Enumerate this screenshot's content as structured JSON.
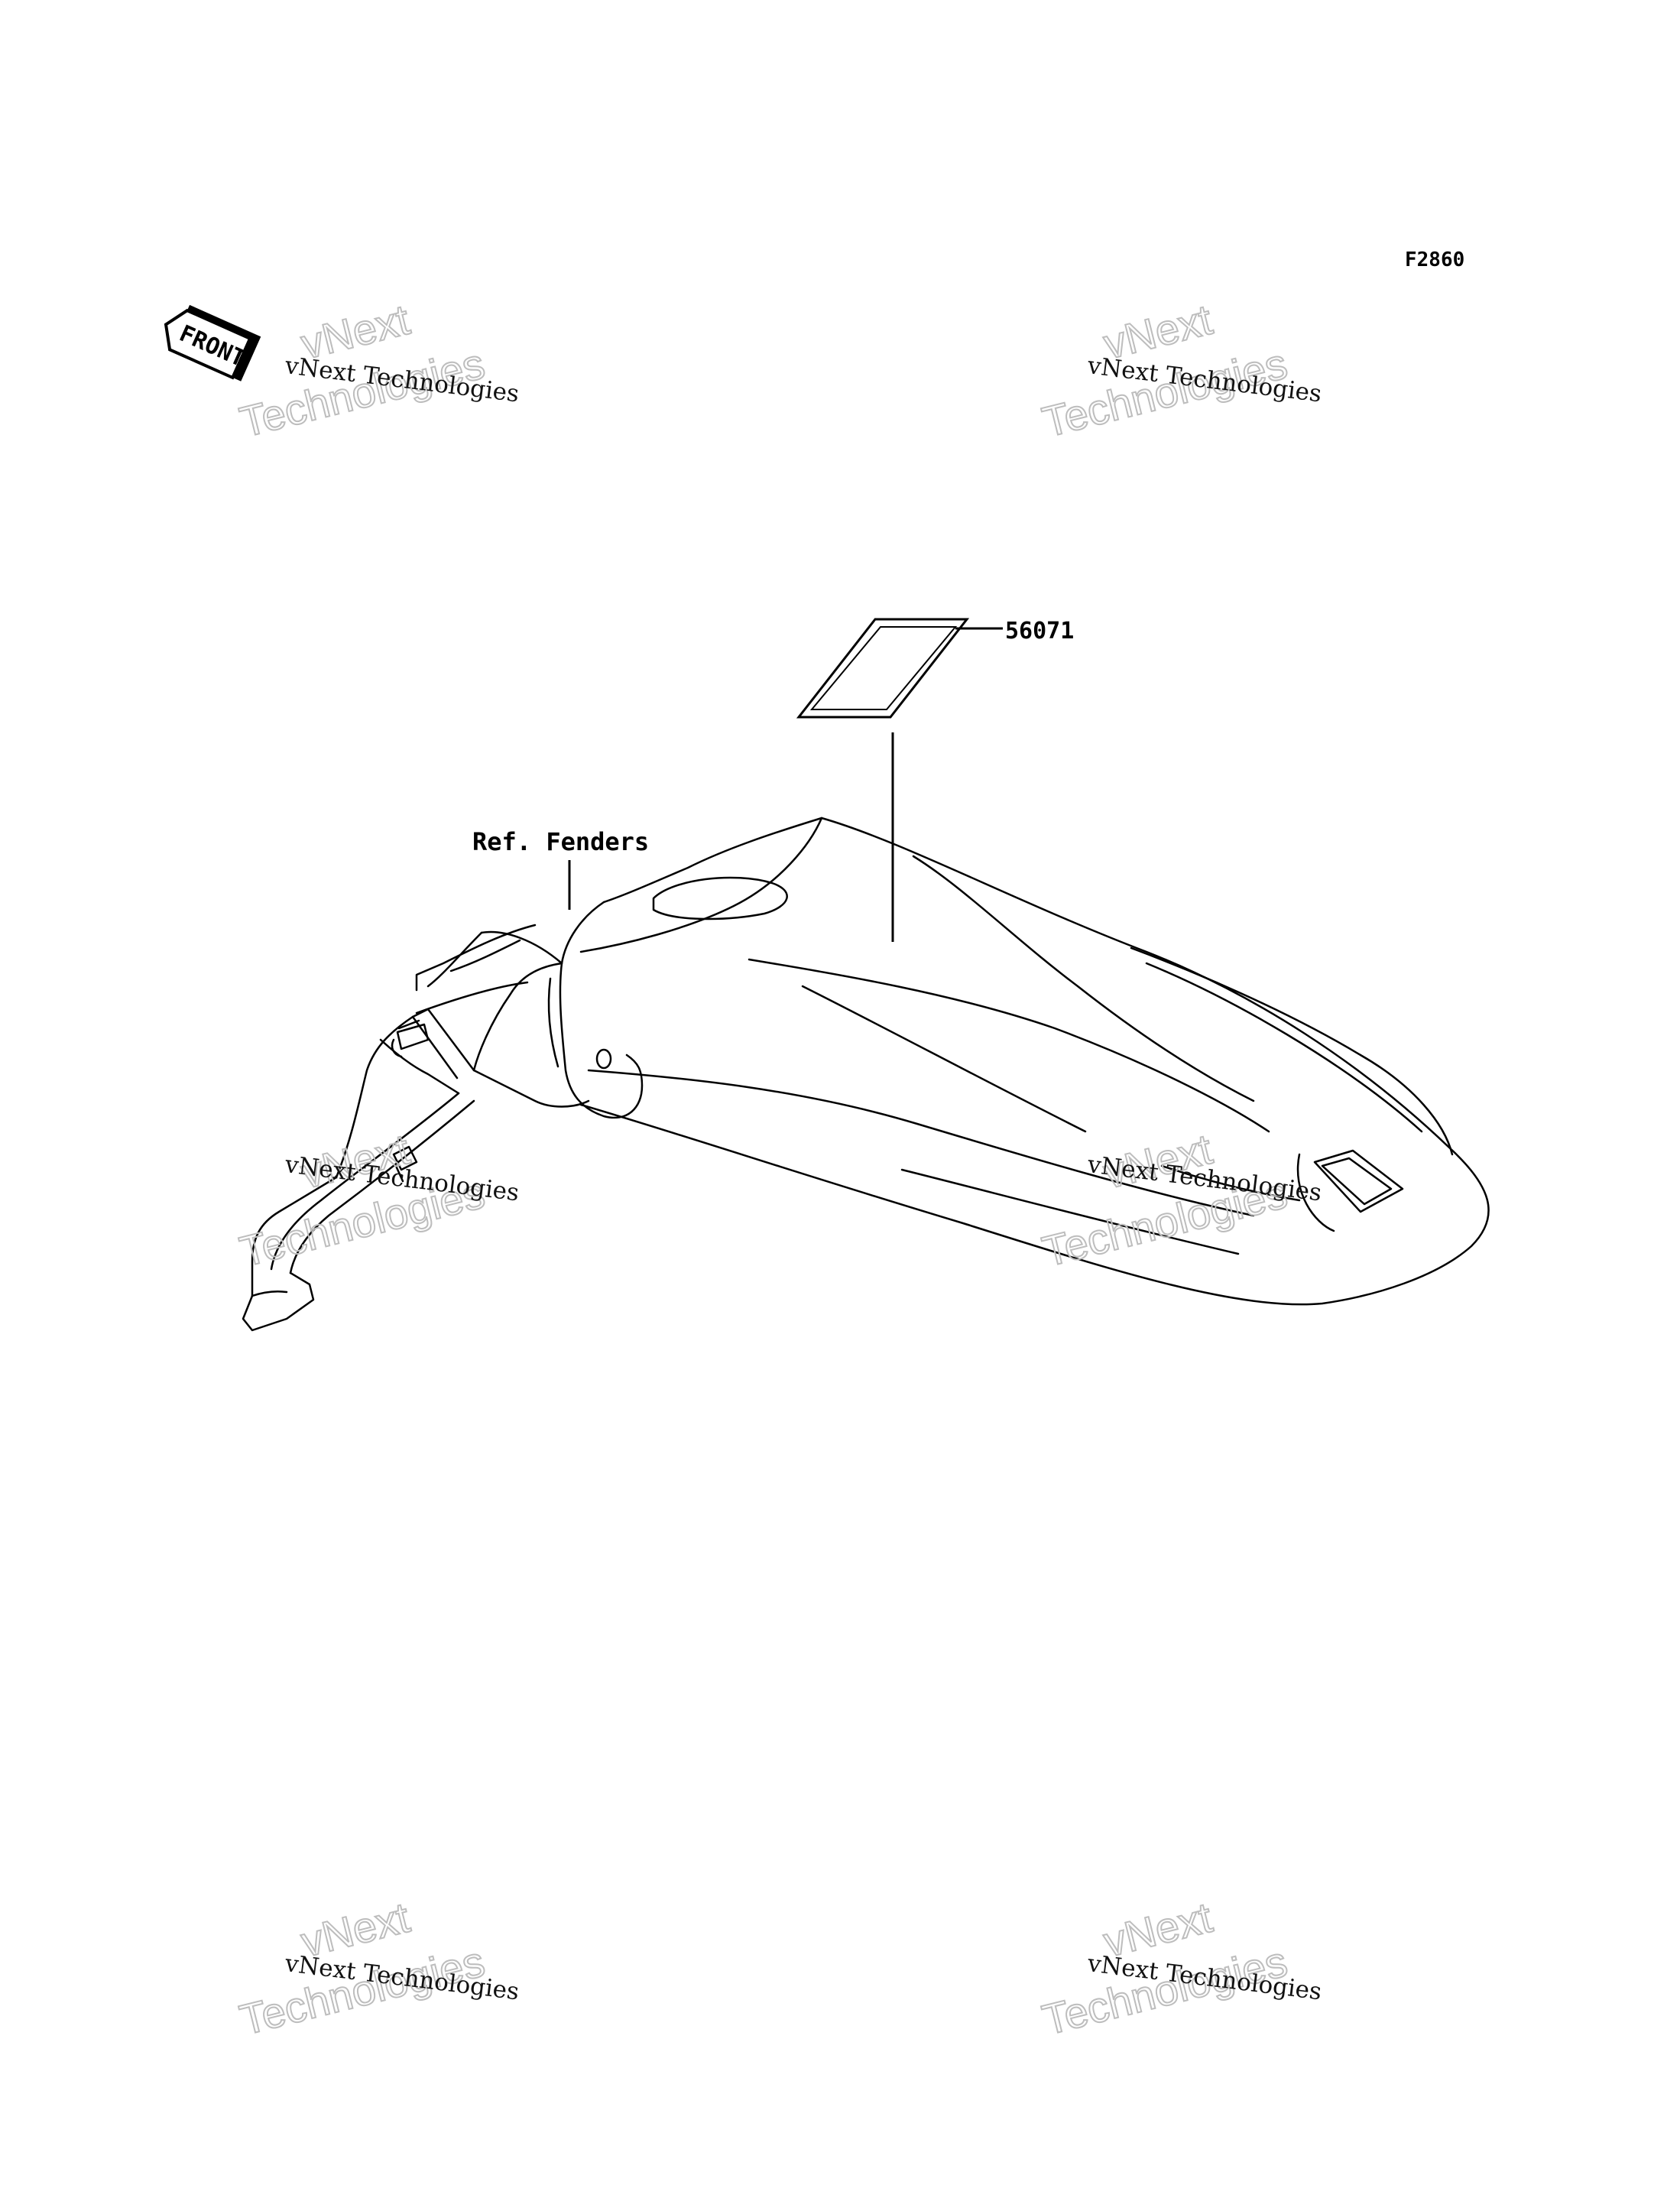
{
  "diagram": {
    "figure_code": "F2860",
    "front_arrow_text": "FRONT",
    "callouts": {
      "part_number": "56071",
      "reference": "Ref. Fenders"
    }
  },
  "watermark": {
    "line1": "vNext Technologies",
    "big1": "vNext",
    "big2": "Technologies"
  }
}
